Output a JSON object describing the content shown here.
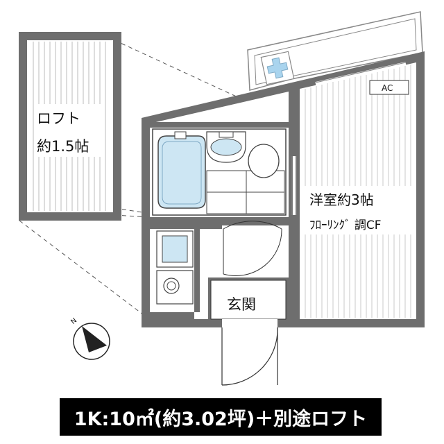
{
  "rooms": {
    "loft_label": "ロフト",
    "loft_size": "約1.5帖",
    "western_room_label": "洋室約3帖",
    "western_room_floor": "ﾌﾛｰﾘﾝｸﾞ 調CF",
    "entrance_label": "玄関",
    "ac_label": "AC"
  },
  "compass": {
    "north_label": "N"
  },
  "caption": {
    "text": "1K:10㎡(約3.02坪)＋別途ロフト"
  },
  "colors": {
    "wall": "#6e6e6e",
    "fixture_blue": "#cde6f3",
    "caption_bg": "#000000",
    "caption_text": "#ffffff",
    "balcony_blue": "#a9d4ee"
  }
}
